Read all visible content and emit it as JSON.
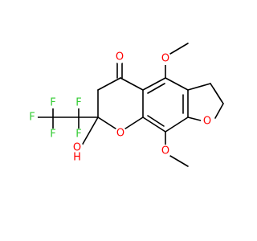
{
  "atoms": {
    "o_carbonyl": {
      "text": "O",
      "color": "#ff0000"
    },
    "o_methoxy_top": {
      "text": "O",
      "color": "#ff0000"
    },
    "o_furan": {
      "text": "O",
      "color": "#ff0000"
    },
    "o_pyran": {
      "text": "O",
      "color": "#ff0000"
    },
    "o_methoxy_bottom": {
      "text": "O",
      "color": "#ff0000"
    },
    "h_hydroxyl": {
      "text": "H",
      "color": "#ff0000"
    },
    "f1": {
      "text": "F",
      "color": "#33cc33"
    },
    "f2": {
      "text": "F",
      "color": "#33cc33"
    },
    "f3": {
      "text": "F",
      "color": "#33cc33"
    },
    "f4": {
      "text": "F",
      "color": "#33cc33"
    },
    "f5": {
      "text": "F",
      "color": "#33cc33"
    }
  },
  "colors": {
    "bond": "#000000",
    "oxygen": "#ff0000",
    "fluorine": "#33cc33"
  }
}
